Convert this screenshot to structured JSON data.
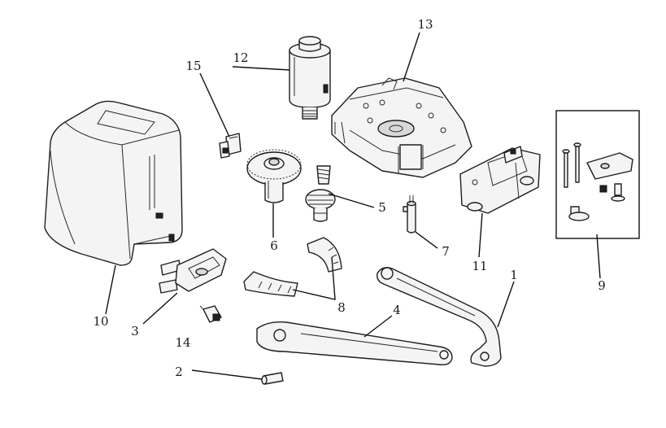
{
  "callouts": {
    "c1": "1",
    "c2": "2",
    "c3": "3",
    "c4": "4",
    "c5": "5",
    "c6": "6",
    "c7": "7",
    "c8": "8",
    "c9": "9",
    "c10": "10",
    "c11": "11",
    "c12": "12",
    "c13": "13",
    "c14": "14",
    "c15": "15"
  },
  "colors": {
    "outline": "#1e1e1e",
    "fill": "#f4f4f4",
    "background": "#ffffff"
  }
}
